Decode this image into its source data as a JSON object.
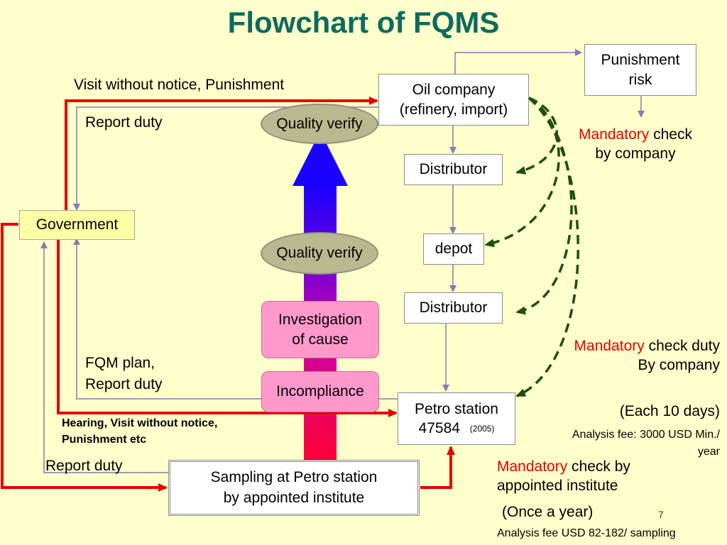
{
  "title": "Flowchart of FQMS",
  "nodes": {
    "punishment_risk": "Punishment risk",
    "oil_company_line1": "Oil company",
    "oil_company_line2": "(refinery, import)",
    "distributor_top": "Distributor",
    "depot": "depot",
    "distributor_bottom": "Distributor",
    "petro_station_line1": "Petro station",
    "petro_station_number": "47584",
    "petro_station_year": "(2005)",
    "government": "Government",
    "quality_verify_top": "Quality verify",
    "quality_verify_mid": "Quality verify",
    "investigation_line1": "Investigation",
    "investigation_line2": "of cause",
    "incompliance": "Incompliance",
    "sampling_line1": "Sampling at Petro station",
    "sampling_line2": "by appointed institute"
  },
  "labels": {
    "visit_punishment": "Visit without notice, Punishment",
    "report_duty_top": "Report duty",
    "fqm_plan": "FQM plan,",
    "report_duty_mid": "Report duty",
    "hearing_line1": "Hearing, Visit without notice,",
    "hearing_line2": "Punishment etc",
    "report_duty_bottom": "Report duty",
    "mandatory_word": "Mandatory",
    "check_by_company_1": " check",
    "check_by_company_2": "by company",
    "check_duty": " check duty",
    "by_company": "By company",
    "each_10_days": "(Each 10 days)",
    "analysis_fee_1": "Analysis fee: 3000 USD Min./",
    "analysis_fee_1b": "year",
    "check_by_institute_1": " check by",
    "check_by_institute_2": "appointed institute",
    "once_a_year": "(Once a year)",
    "analysis_fee_2": "Analysis fee USD 82-182/ sampling",
    "page_number": "7"
  },
  "colors": {
    "background": "#FFFFCC",
    "title": "#0E6B5E",
    "red_arrow": "#E60000",
    "dashed_green": "#1F4E0F",
    "gray_line": "#7F7FB2",
    "mandatory": "#E60000"
  }
}
